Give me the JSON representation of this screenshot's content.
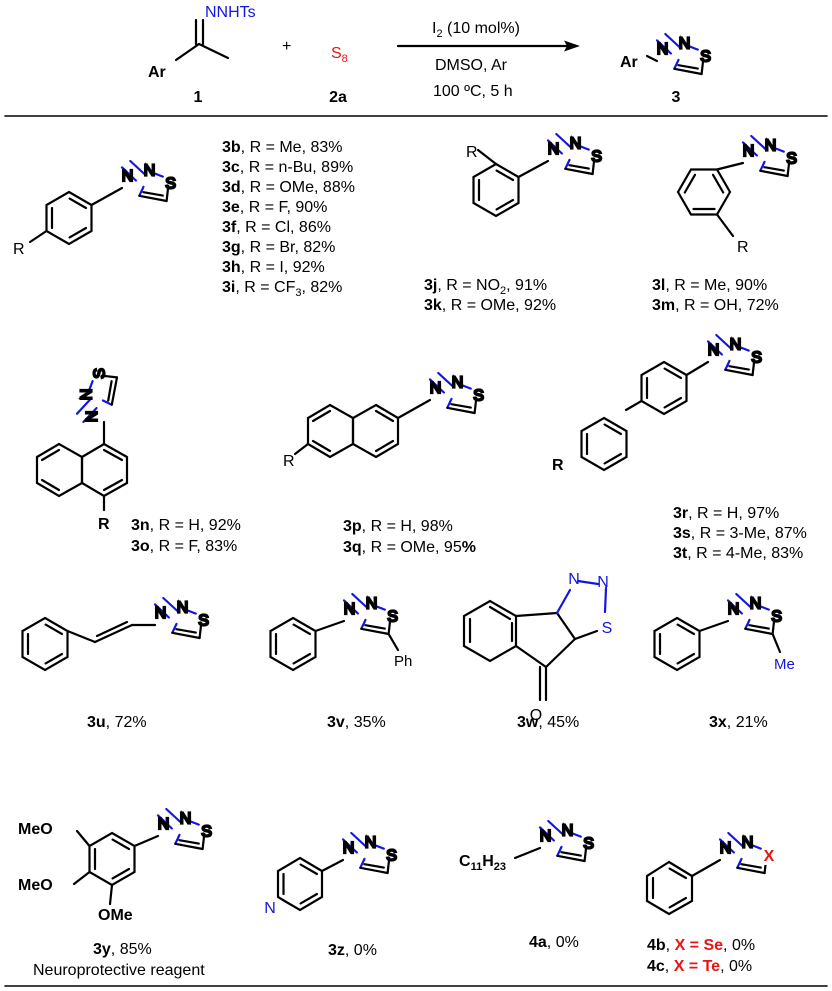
{
  "reaction": {
    "reactant1": {
      "label": "1",
      "ar": "Ar",
      "group": "NNHTs"
    },
    "plus": "+",
    "reactant2": {
      "label": "2a",
      "formula_main": "S",
      "formula_sub": "8"
    },
    "conditions": {
      "catalyst_main": "I",
      "catalyst_sub": "2",
      "catalyst_rest": " (10 mol%)",
      "solvent": "DMSO, Ar",
      "temperature": "100 ºC, 5 h"
    },
    "product": {
      "label": "3",
      "ar": "Ar"
    }
  },
  "atoms": {
    "N": "N",
    "S": "S",
    "O": "O",
    "R": "R",
    "X": "X"
  },
  "substituents": {
    "ph": "Ph",
    "me": "Me",
    "meo": "MeO",
    "ome": "OMe",
    "c11": "C",
    "c11_sub1": "11",
    "c11_h": "H",
    "c11_sub2": "23"
  },
  "entries": {
    "para": [
      {
        "id": "3b",
        "rest": ", R = Me, 83%"
      },
      {
        "id": "3c",
        "rest": ", R = n-Bu, 89%"
      },
      {
        "id": "3d",
        "rest": ", R = OMe, 88%"
      },
      {
        "id": "3e",
        "rest": ", R = F, 90%"
      },
      {
        "id": "3f",
        "rest": ", R = Cl, 86%"
      },
      {
        "id": "3g",
        "rest": ", R = Br, 82%"
      },
      {
        "id": "3h",
        "rest": ", R = I, 92%"
      },
      {
        "id": "3i",
        "rest": ", R = CF",
        "sub": "3",
        "tail": ", 82%"
      }
    ],
    "meta": [
      {
        "id": "3j",
        "rest": ", R = NO",
        "sub": "2",
        "tail": ", 91%"
      },
      {
        "id": "3k",
        "rest": ", R = OMe, 92%"
      }
    ],
    "ortho": [
      {
        "id": "3l",
        "rest": ", R = Me, 90%"
      },
      {
        "id": "3m",
        "rest": ", R = OH, 72%"
      }
    ],
    "naph1": [
      {
        "id": "3n",
        "rest": ", R = H, 92%"
      },
      {
        "id": "3o",
        "rest": ", R = F, 83%"
      }
    ],
    "naph2": [
      {
        "id": "3p",
        "rest": ", R = H, 98%"
      },
      {
        "id": "3q",
        "rest": ", R = OMe, 95",
        "bold_tail": "%"
      }
    ],
    "biph": [
      {
        "id": "3r",
        "rest": ", R = H, 97%"
      },
      {
        "id": "3s",
        "rest": ", R = 3-Me, 87%"
      },
      {
        "id": "3t",
        "rest": ", R = 4-Me, 83%"
      }
    ],
    "e3u": {
      "id": "3u",
      "rest": ", 72%"
    },
    "e3v": {
      "id": "3v",
      "rest": ", 35%"
    },
    "e3w": {
      "id": "3w",
      "rest": ", 45%"
    },
    "e3x": {
      "id": "3x",
      "rest": ", 21%"
    },
    "e3y": {
      "id": "3y",
      "rest": ", 85%",
      "note": "Neuroprotective reagent"
    },
    "e3z": {
      "id": "3z",
      "rest": ", 0%"
    },
    "e4a": {
      "id": "4a",
      "rest": ", 0%"
    },
    "e4b": {
      "id": "4b",
      "sep": ", ",
      "x": "X = Se",
      "rest": ", 0%"
    },
    "e4c": {
      "id": "4c",
      "sep": ", ",
      "x": "X = Te",
      "rest": ", 0%"
    }
  },
  "colors": {
    "ink": "#000000",
    "nitrogen": "#1515e0",
    "sulfur": "#e81414",
    "heteroatom_x": "#e81414"
  }
}
